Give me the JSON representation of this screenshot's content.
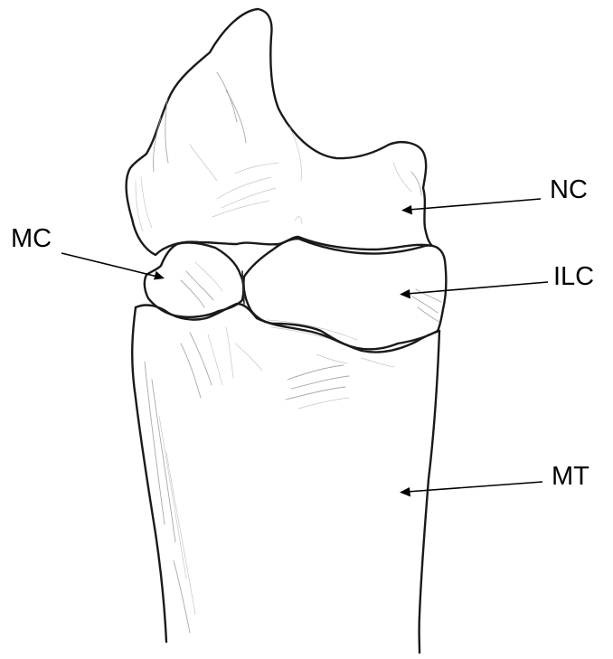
{
  "labels": {
    "nc": "NC",
    "mc": "MC",
    "ilc": "ILC",
    "mt": "MT"
  },
  "colors": {
    "ink": "#1a1a1a",
    "shading": "#9a9a9a",
    "background": "#ffffff"
  }
}
